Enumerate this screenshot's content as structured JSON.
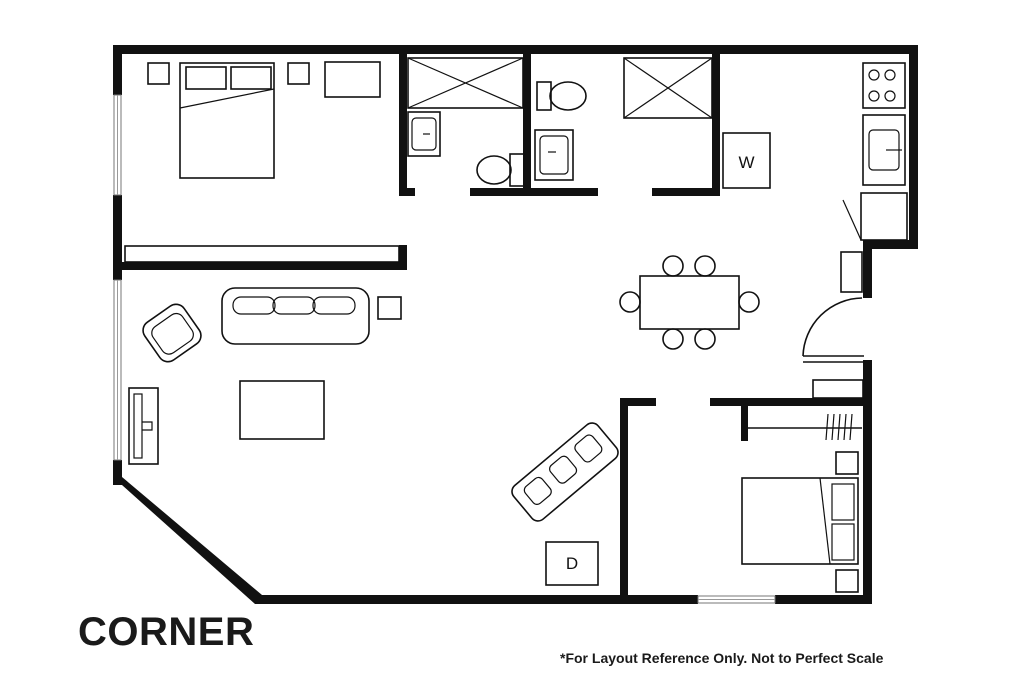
{
  "title": "CORNER",
  "disclaimer": "*For Layout Reference Only. Not to Perfect Scale",
  "labels": {
    "washer": "W",
    "dryer": "D"
  }
}
